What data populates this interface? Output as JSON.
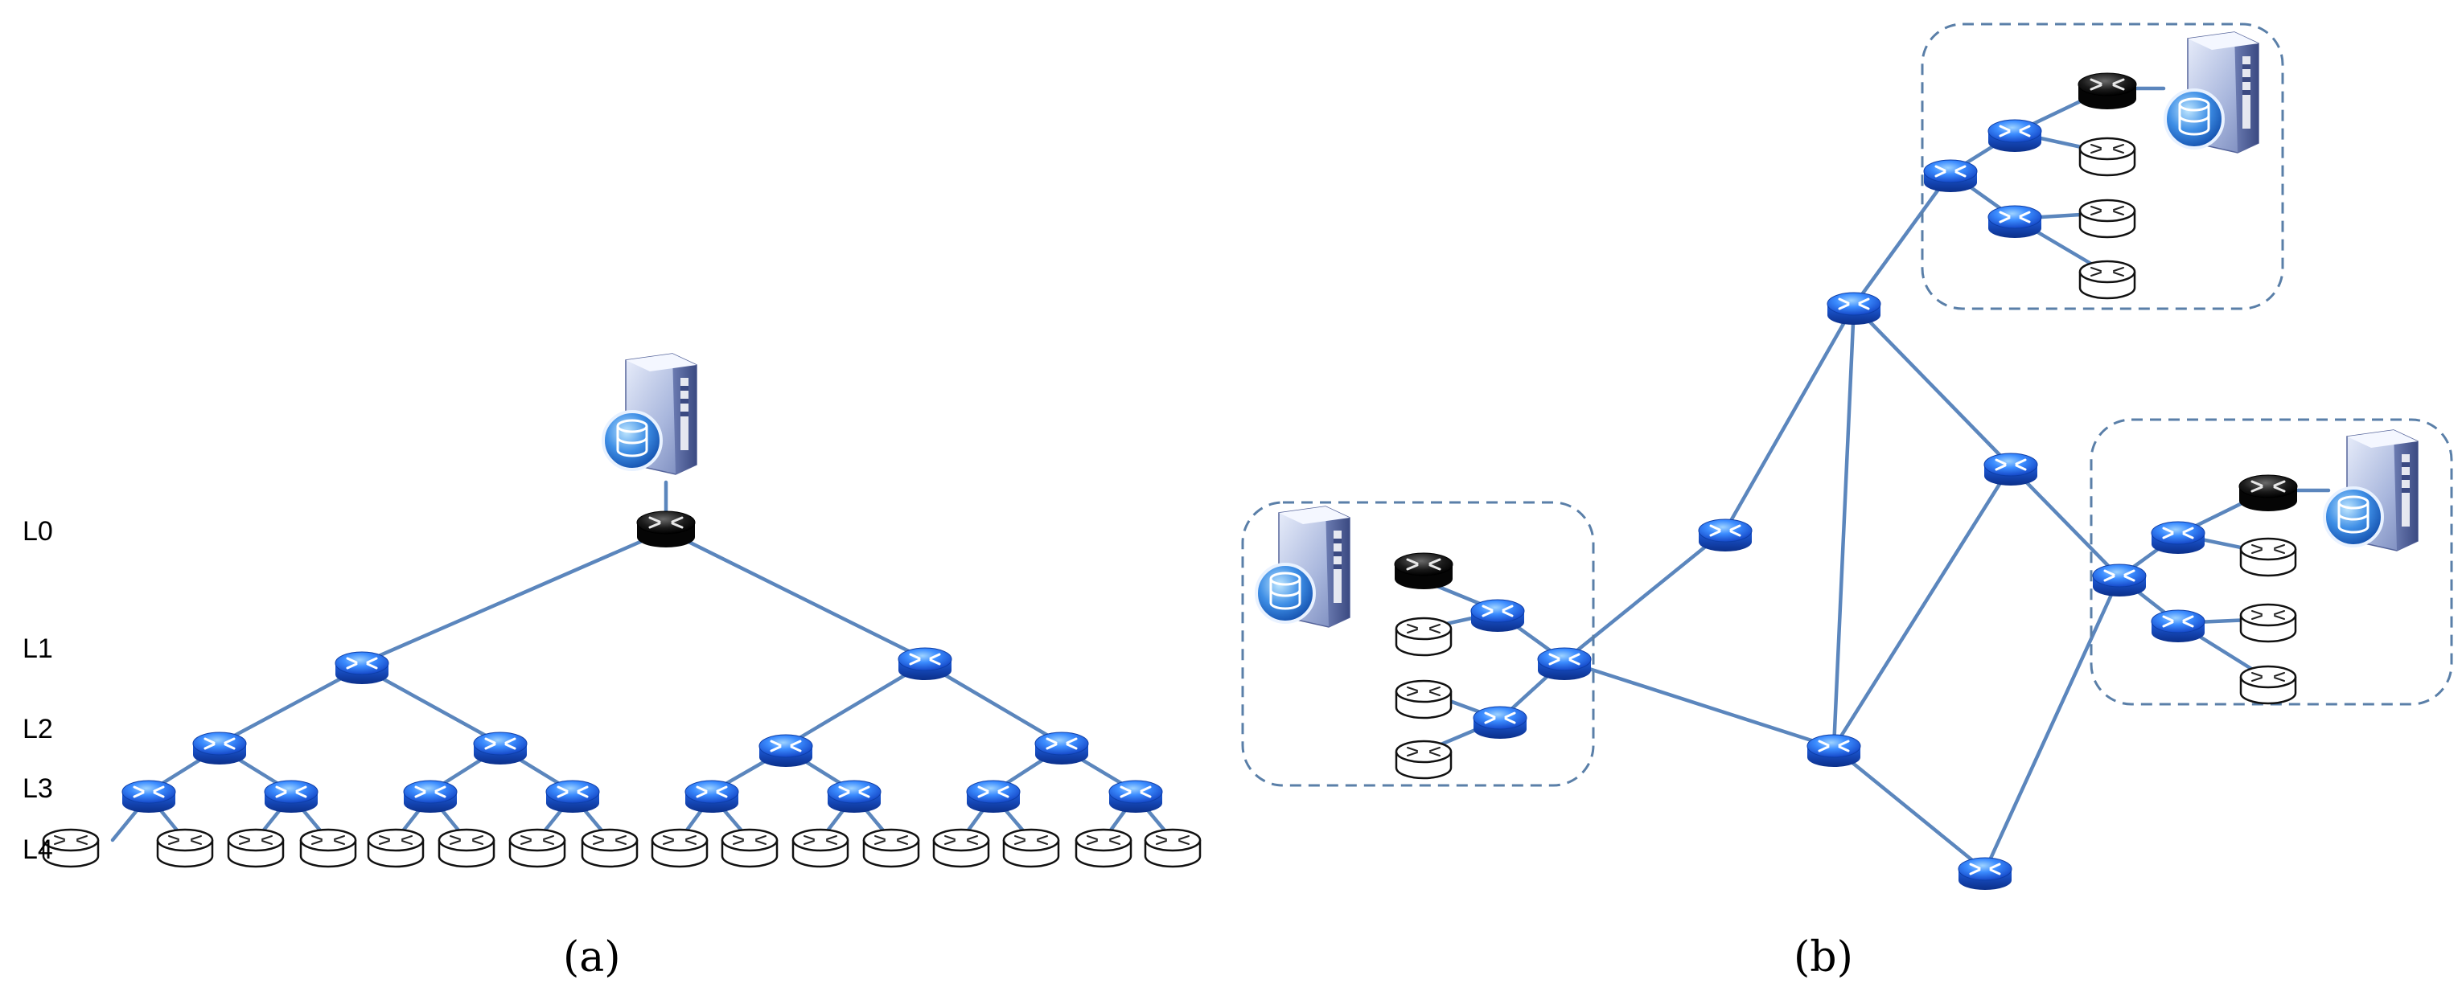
{
  "diagram_a": {
    "caption": "(a)",
    "levels": [
      "L0",
      "L1",
      "L2",
      "L3",
      "L4"
    ]
  },
  "diagram_b": {
    "caption": "(b)"
  },
  "colors": {
    "link": "#5b86bd",
    "router_blue": "#2f6ee8",
    "router_black": "#111111",
    "router_white": "#ffffff",
    "cluster_border": "#5a7fa8"
  },
  "icons": [
    "server-icon",
    "database-icon",
    "core-router-icon",
    "router-icon",
    "edge-router-icon"
  ]
}
